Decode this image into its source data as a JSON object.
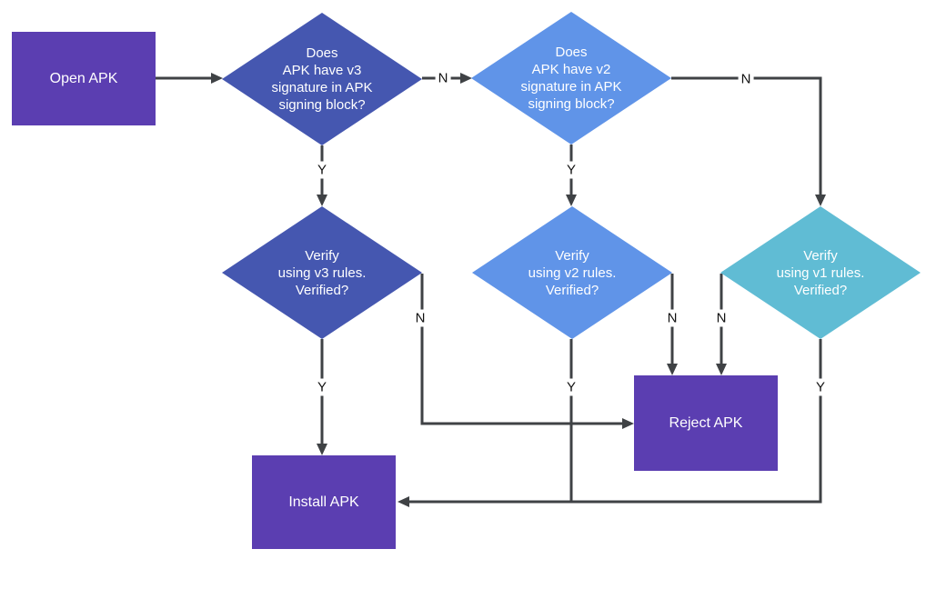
{
  "diagram": {
    "description": "APK signature verification flowchart",
    "nodes": {
      "open_apk": {
        "label": "Open APK",
        "shape": "rectangle",
        "color": "#5b3eb1"
      },
      "check_v3": {
        "label": "Does\nAPK have v3\nsignature in APK\nsigning block?",
        "shape": "diamond",
        "color": "#4557b0"
      },
      "check_v2": {
        "label": "Does\nAPK have v2\nsignature in APK\nsigning block?",
        "shape": "diamond",
        "color": "#6094e8"
      },
      "verify_v3": {
        "label": "Verify\nusing v3 rules.\nVerified?",
        "shape": "diamond",
        "color": "#4557b0"
      },
      "verify_v2": {
        "label": "Verify\nusing v2 rules.\nVerified?",
        "shape": "diamond",
        "color": "#6094e8"
      },
      "verify_v1": {
        "label": "Verify\nusing v1 rules.\nVerified?",
        "shape": "diamond",
        "color": "#60bcd4"
      },
      "reject_apk": {
        "label": "Reject APK",
        "shape": "rectangle",
        "color": "#5b3eb1"
      },
      "install_apk": {
        "label": "Install APK",
        "shape": "rectangle",
        "color": "#5b3eb1"
      }
    },
    "edge_labels": {
      "check_v3_yes": "Y",
      "check_v3_no": "N",
      "check_v2_yes": "Y",
      "check_v2_no": "N",
      "verify_v3_yes": "Y",
      "verify_v3_no": "N",
      "verify_v2_yes": "Y",
      "verify_v2_no": "N",
      "verify_v1_yes": "Y",
      "verify_v1_no": "N"
    },
    "colors": {
      "indigo_node": "#4557b0",
      "blue_node": "#6094e8",
      "teal_node": "#60bcd4",
      "purple_node": "#5b3eb1",
      "connector": "#3f4245",
      "node_text": "#ffffff",
      "edge_label_text": "#111111",
      "background": "#ffffff"
    }
  }
}
